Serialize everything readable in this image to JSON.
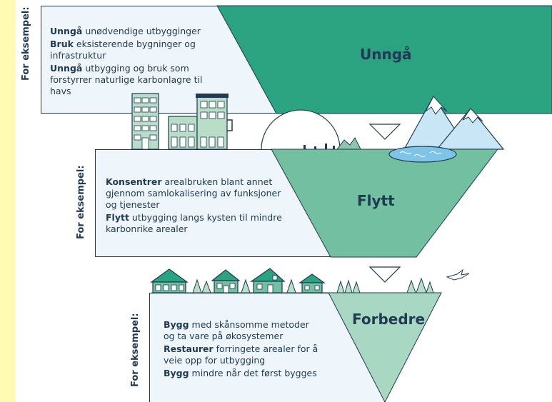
{
  "colors": {
    "unnga": "#2aa381",
    "flytt": "#72c0a0",
    "forbedre": "#a8d8c2",
    "ink": "#1f3a52",
    "box_fill": "#eef5fb",
    "strip": "#fffbb3"
  },
  "sections": [
    {
      "label": "For eksempel:",
      "title": "Unngå",
      "items": [
        {
          "bold": "Unngå",
          "text": " unødvendige utbygginger"
        },
        {
          "bold": "Bruk",
          "text": " eksisterende bygninger og infrastruktur"
        },
        {
          "bold": "Unngå",
          "text": " utbygging og bruk som forstyrrer naturlige karbonlagre til havs"
        }
      ]
    },
    {
      "label": "For eksempel:",
      "title": "Flytt",
      "items": [
        {
          "bold": "Konsentrer",
          "text": " arealbruken blant annet gjennom samlokalisering av funksjoner og tjenester"
        },
        {
          "bold": "Flytt",
          "text": " utbygging langs kysten til mindre karbonrike arealer"
        }
      ]
    },
    {
      "label": "For eksempel:",
      "title": "Forbedre",
      "items": [
        {
          "bold": "Bygg",
          "text": " med skånsomme metoder og ta vare på økosystemer"
        },
        {
          "bold": "Restaurer",
          "text": " forringete arealer for å veie opp for utbygging"
        },
        {
          "bold": "Bygg",
          "text": " mindre når det først bygges"
        }
      ]
    }
  ],
  "icons": [
    "apartment-building-icon",
    "factory-icon",
    "dome-icon",
    "mountains-icon",
    "lake-icon",
    "house-icon",
    "tree-icon",
    "bird-icon",
    "arrow-down-icon"
  ]
}
